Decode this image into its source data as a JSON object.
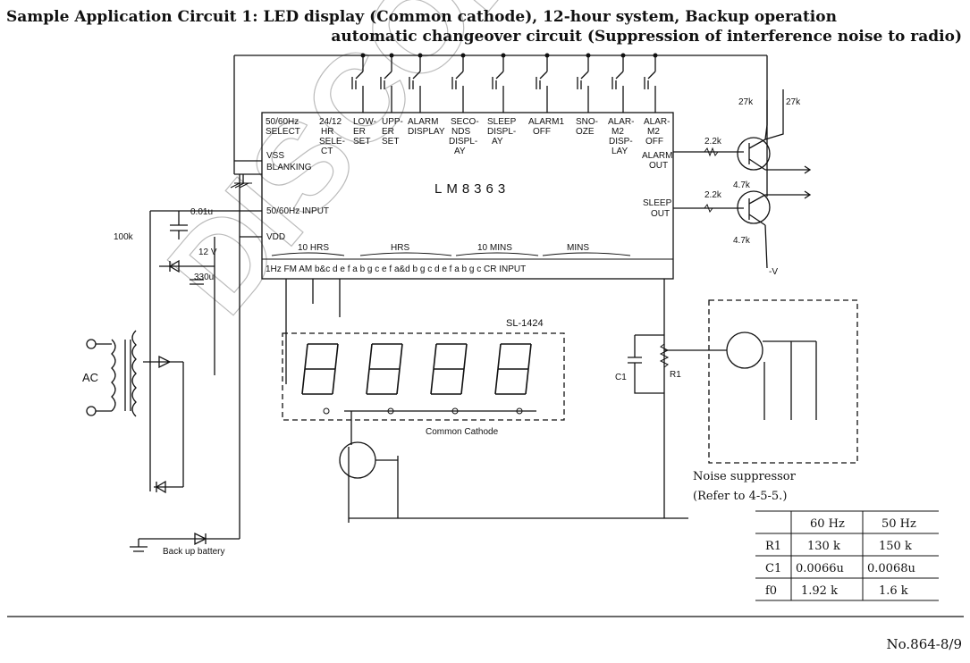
{
  "title": {
    "line1": "Sample Application Circuit 1: LED display (Common cathode), 12-hour system, Backup operation",
    "line2": "automatic changeover circuit (Suppression of interference noise to radio)"
  },
  "watermark": "DISCON",
  "chip": {
    "name": "LM8363",
    "top_pins": [
      [
        "50/60Hz",
        "SELECT"
      ],
      [
        "24/12",
        "HR",
        "SELE-",
        "CT"
      ],
      [
        "LOW-",
        "ER",
        "SET"
      ],
      [
        "UPP-",
        "ER",
        "SET"
      ],
      [
        "ALARM",
        "DISPLAY"
      ],
      [
        "SECO-",
        "NDS",
        "DISPL-",
        "AY"
      ],
      [
        "SLEEP",
        "DISPL-",
        "AY"
      ],
      [
        "ALARM1",
        "OFF"
      ],
      [
        "SNO-",
        "OZE"
      ],
      [
        "ALAR-",
        "M2",
        "DISP-",
        "LAY"
      ],
      [
        "ALAR-",
        "M2",
        "OFF"
      ]
    ],
    "left_pins": [
      "VSS",
      "BLANKING",
      "50/60Hz INPUT",
      "VDD"
    ],
    "right_pins": [
      "ALARM",
      "OUT",
      "SLEEP",
      "OUT"
    ],
    "groups": [
      "10 HRS",
      "HRS",
      "10 MINS",
      "MINS"
    ],
    "bottom_pins": "1Hz FM AM b&c  d e f a b g c  e f a&d b g c  d e f a b g c  CR INPUT"
  },
  "values": {
    "r27k": "27k",
    "r2k2": "2.2k",
    "r4k7": "4.7k",
    "neg_v": "-V",
    "r100k": "100k",
    "c001u": "0.01u",
    "z12v": "12 V",
    "c330u": "330u",
    "ac": "AC",
    "battery": "Back up battery",
    "c1": "C1",
    "r1": "R1"
  },
  "display": {
    "name": "SL-1424",
    "cathode": "Common Cathode",
    "digit_count": 4
  },
  "suppressor": {
    "label": "Noise suppressor",
    "ref": "(Refer to 4-5-5.)"
  },
  "table": {
    "headers": [
      "",
      "60 Hz",
      "50 Hz"
    ],
    "rows": [
      [
        "R1",
        "130 k",
        "150 k"
      ],
      [
        "C1",
        "0.0066u",
        "0.0068u"
      ],
      [
        "f0",
        "1.92 k",
        "1.6 k"
      ]
    ]
  },
  "page_number": "No.864-8/9"
}
